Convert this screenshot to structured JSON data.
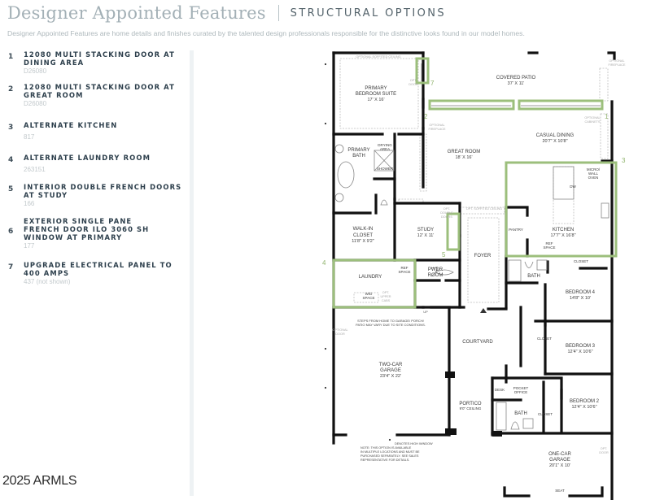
{
  "header": {
    "title": "Designer Appointed Features",
    "subtitle": "STRUCTURAL OPTIONS",
    "description": "Designer Appointed Features are home details and finishes curated by the talented design professionals responsible for the distinctive looks found in our model homes."
  },
  "options": [
    {
      "num": "1",
      "title": "12080 MULTI STACKING DOOR AT DINING AREA",
      "code": "D26080"
    },
    {
      "num": "2",
      "title": "12080 MULTI STACKING DOOR AT GREAT ROOM",
      "code": "D26080"
    },
    {
      "num": "3",
      "title": "ALTERNATE KITCHEN",
      "code": "817"
    },
    {
      "num": "4",
      "title": "ALTERNATE LAUNDRY ROOM",
      "code": "263151"
    },
    {
      "num": "5",
      "title": "INTERIOR DOUBLE FRENCH DOORS AT STUDY",
      "code": "166"
    },
    {
      "num": "6",
      "title": "EXTERIOR SINGLE PANE FRENCH DOOR ILO 3060 SH WINDOW AT PRIMARY",
      "code": "177"
    },
    {
      "num": "7",
      "title": "UPGRADE ELECTRICAL PANEL TO 400 AMPS",
      "code": "437 (not shown)"
    }
  ],
  "copyright": "2025 ARMLS",
  "floorplan": {
    "rooms": {
      "covered_patio": {
        "name": "COVERED PATIO",
        "size": "37' X 11'"
      },
      "primary_bedroom": {
        "name": "PRIMARY",
        "name2": "BEDROOM SUITE",
        "size": "17' X 16'"
      },
      "casual_dining": {
        "name": "CASUAL DINING",
        "size": "20'7\" X 10'8\""
      },
      "great_room": {
        "name": "GREAT ROOM",
        "size": "18' X 16'"
      },
      "primary_bath": {
        "name": "PRIMARY",
        "name2": "BATH"
      },
      "drying_area": {
        "name": "DRYING",
        "name2": "AREA"
      },
      "shower": {
        "name": "SHOWER"
      },
      "walk_in_closet": {
        "name": "WALK-IN",
        "name2": "CLOSET",
        "size": "11'8\" X 9'2\""
      },
      "study": {
        "name": "STUDY",
        "size": "12' X 11'"
      },
      "kitchen": {
        "name": "KITCHEN",
        "size": "17'7\" X 16'8\""
      },
      "pantry": {
        "name": "PANTRY"
      },
      "micro_wall_oven": {
        "name": "MICRO/",
        "name2": "WALL",
        "name3": "OVEN"
      },
      "dw": {
        "name": "DW"
      },
      "ref_space_kitchen": {
        "name": "REF",
        "name2": "SPACE"
      },
      "foyer": {
        "name": "FOYER"
      },
      "laundry": {
        "name": "LAUNDRY"
      },
      "ref_space_laundry": {
        "name": "REF",
        "name2": "SPACE"
      },
      "wd_space": {
        "name": "W/D",
        "name2": "SPACE"
      },
      "pwdr_room": {
        "name": "PWDR",
        "name2": "ROOM"
      },
      "bath_upper": {
        "name": "BATH"
      },
      "closet_upper": {
        "name": "CLOSET"
      },
      "bedroom4": {
        "name": "BEDROOM 4",
        "size": "14'8\" X 10'"
      },
      "bedroom3": {
        "name": "BEDROOM 3",
        "size": "12'4\" X 10'6\""
      },
      "closet_b3": {
        "name": "CLOSET"
      },
      "courtyard": {
        "name": "COURTYARD"
      },
      "two_car_garage": {
        "name": "TWO-CAR",
        "name2": "GARAGE",
        "size": "23'4\" X 22'"
      },
      "portico": {
        "name": "PORTICO",
        "size": "9'0\" CEILING"
      },
      "desk": {
        "name": "DESK"
      },
      "pocket_office": {
        "name": "POCKET",
        "name2": "OFFICE"
      },
      "bath_lower": {
        "name": "BATH"
      },
      "closet_b2": {
        "name": "CLOSET"
      },
      "bedroom2": {
        "name": "BEDROOM 2",
        "size": "12'4\" X 10'6\""
      },
      "one_car_garage": {
        "name": "ONE-CAR",
        "name2": "GARAGE",
        "size": "20'1\" X 10'"
      },
      "seat": {
        "name": "SEAT"
      }
    },
    "annotations": {
      "opt_soffit_primary": "OPTIONAL SOFFITED CEILING",
      "opt_door_primary": "OPT.",
      "opt_door_primary2": "DOOR",
      "opt_fireplace_patio": "OPTIONAL",
      "opt_fireplace_patio2": "FIREPLACE",
      "opt_cabinets": "OPTIONAL",
      "opt_cabinets2": "CABINETS",
      "opt_fireplace_great": "OPTIONAL",
      "opt_fireplace_great2": "FIREPLACE",
      "opt_dbl_doors": "OPT.",
      "opt_dbl_doors2": "DOUBLE",
      "opt_dbl_doors3": "DOORS",
      "opt_soffit_foyer": "OPT. SOFFITED CEILING",
      "opt_upper_cabs": "OPT.",
      "opt_upper_cabs2": "UPPER",
      "opt_upper_cabs3": "CABS",
      "optional_door_garage": "OPTIONAL",
      "optional_door_garage2": "DOOR",
      "opt_door_one_car": "OPT.",
      "opt_door_one_car2": "DOOR",
      "up": "UP",
      "steps_note": "STEPS FROM HOME TO GARAGE/ PORCH/",
      "steps_note2": "PATIO MAY VARY DUE TO SITE CONDITIONS.",
      "high_window": "DENOTES HIGH WINDOW",
      "note1": "NOTE: THIS OPTION IS AVAILABLE",
      "note2": "IN MULTIPLE LOCATIONS AND MUST BE",
      "note3": "PURCHASED SEPARATELY. SEE SALES",
      "note4": "REPRESENTATIVE FOR DETAILS."
    },
    "markers": {
      "m1": "1",
      "m2": "2",
      "m3": "3",
      "m4": "4",
      "m5": "5",
      "m7": "7"
    },
    "colors": {
      "wall": "#111111",
      "highlight": "#9cbf7c",
      "dashed": "#b5b5b5"
    }
  }
}
